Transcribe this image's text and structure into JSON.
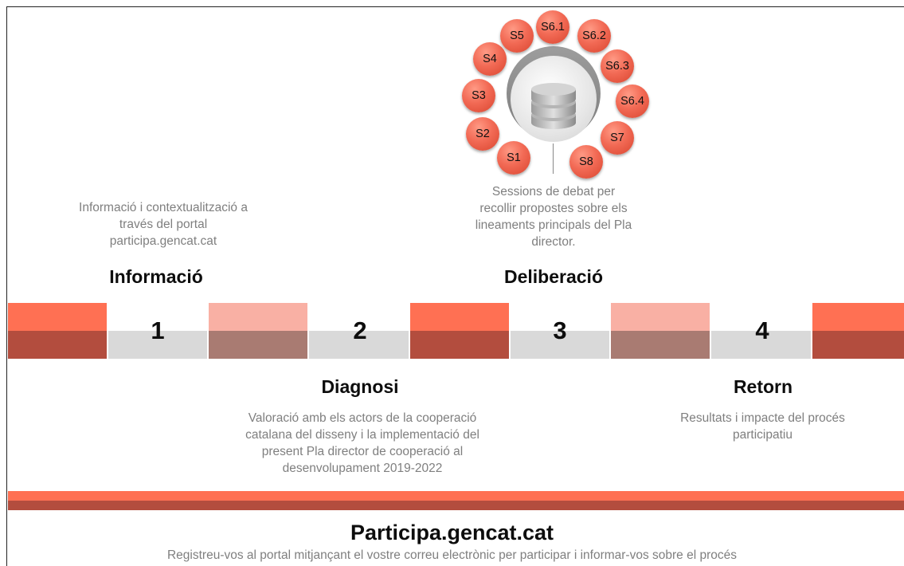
{
  "stages": {
    "informacio": {
      "title": "Informació",
      "desc": [
        "Informació i contextualització a",
        "través del portal",
        "participa.gencat.cat"
      ]
    },
    "diagnosi": {
      "title": "Diagnosi",
      "desc": [
        "Valoració amb els actors de la cooperació",
        "catalana del disseny i la implementació del",
        "present Pla director de cooperació al",
        "desenvolupament 2019-2022"
      ]
    },
    "deliberacio": {
      "title": "Deliberació",
      "desc": [
        "Sessions de debat per",
        "recollir propostes sobre els",
        "lineaments principals del Pla",
        "director."
      ]
    },
    "retorn": {
      "title": "Retorn",
      "desc": [
        "Resultats i impacte del procés",
        "participatiu"
      ]
    }
  },
  "steps": [
    "1",
    "2",
    "3",
    "4"
  ],
  "sessions": [
    "S1",
    "S2",
    "S3",
    "S4",
    "S5",
    "S6.1",
    "S6.2",
    "S6.3",
    "S6.4",
    "S7",
    "S8"
  ],
  "hub_icon": "database-icon",
  "footer": {
    "title": "Participa.gencat.cat",
    "text": "Registreu-vos al portal mitjançant el vostre correu electrònic per participar i informar-vos sobre el procés"
  },
  "colors": {
    "accent_light": "#ff7053",
    "accent_dark": "#b34d3e",
    "accent_pale": "#f9b0a4",
    "accent_pale_dark": "#a97b72",
    "gray_band": "#d9d9d9",
    "text_gray": "#7f7f7f"
  }
}
